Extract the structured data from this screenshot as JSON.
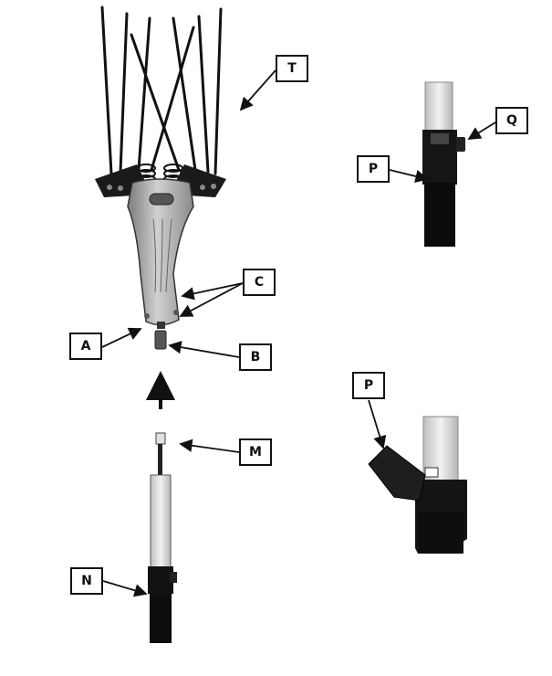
{
  "callouts": {
    "T": "T",
    "Q": "Q",
    "P_top": "P",
    "C": "C",
    "A": "A",
    "B": "B",
    "P_bottom": "P",
    "M": "M",
    "N": "N"
  },
  "colors": {
    "outline": "#111111",
    "tool_body": "#9a9a9a",
    "pole_black": "#111111",
    "tube_light": "#d8d8d8"
  }
}
